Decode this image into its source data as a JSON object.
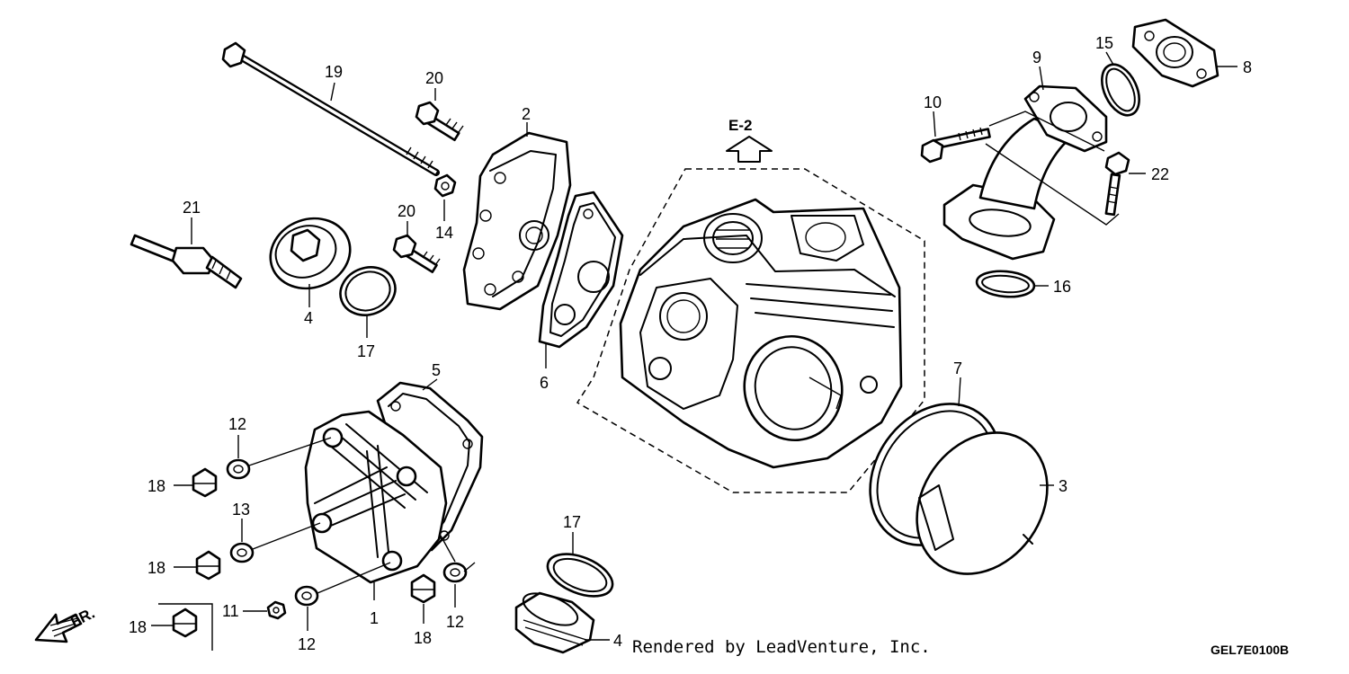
{
  "callouts": {
    "c19": "19",
    "c20a": "20",
    "c20b": "20",
    "c14": "14",
    "c21": "21",
    "c2": "2",
    "c6": "6",
    "c4a": "4",
    "c17a": "17",
    "c5": "5",
    "c12a": "12",
    "c18a": "18",
    "c13": "13",
    "c18b": "18",
    "c11": "11",
    "c12b": "12",
    "c1": "1",
    "c18c": "18",
    "c12c": "12",
    "c18d": "18",
    "c17b": "17",
    "c4b": "4",
    "c7": "7",
    "c3": "3",
    "c16": "16",
    "c22": "22",
    "c10": "10",
    "c9": "9",
    "c15": "15",
    "c8": "8"
  },
  "reference": {
    "label": "E-2"
  },
  "direction": {
    "label": "FR."
  },
  "footer": {
    "credit": "Rendered by LeadVenture, Inc.",
    "diagram_code": "GEL7E0100B"
  }
}
